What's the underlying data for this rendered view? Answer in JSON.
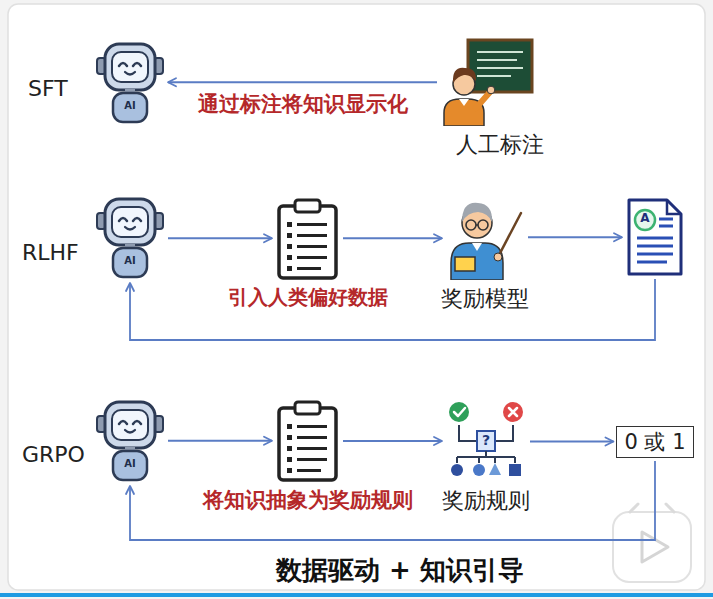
{
  "diagram": {
    "caption": "数据驱动 + 知识引导",
    "nodes": [
      {
        "text": [
          "AI"
        ]
      },
      {
        "text": [
          "人工标注"
        ]
      },
      {
        "text": [
          "AI"
        ]
      },
      {
        "text": [
          "引入人类偏好数据"
        ]
      },
      {
        "text": [
          "奖励模型"
        ]
      },
      {
        "text": [
          "A"
        ]
      },
      {
        "text": [
          "AI"
        ]
      },
      {
        "text": [
          "将知识抽象为奖励规则"
        ]
      },
      {
        "text": [
          "?",
          "奖励规则"
        ]
      },
      {
        "text": [
          "0 或 1"
        ]
      }
    ],
    "edges": [
      {
        "from": 1,
        "to": 0,
        "arrow": "to",
        "label": "通过标注将知识显示化"
      },
      {
        "from": 2,
        "to": 3,
        "arrow": "to"
      },
      {
        "from": 3,
        "to": 4,
        "arrow": "to"
      },
      {
        "from": 4,
        "to": 5,
        "arrow": "to"
      },
      {
        "from": 5,
        "to": 2,
        "arrow": "to"
      },
      {
        "from": 6,
        "to": 7,
        "arrow": "to"
      },
      {
        "from": 7,
        "to": 8,
        "arrow": "to"
      },
      {
        "from": 8,
        "to": 9,
        "arrow": "to"
      },
      {
        "from": 9,
        "to": 6,
        "arrow": "to"
      }
    ],
    "labels": [
      "SFT",
      "RLHF",
      "GRPO"
    ]
  }
}
